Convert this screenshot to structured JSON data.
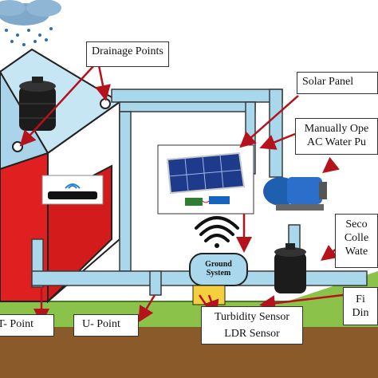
{
  "labels": {
    "drainage_points": "Drainage Points",
    "solar_panel": "Solar Panel",
    "pump_line1": "Manually Ope",
    "pump_line2": "AC Water Pu",
    "second_line1": "Seco",
    "second_line2": "Colle",
    "second_line3": "Wate",
    "filter_line1": "Fi",
    "filter_line2": "Din",
    "t_point": "T- Point",
    "u_point": "U- Point",
    "turbidity": "Turbidity Sensor",
    "ldr": "LDR Sensor",
    "ground_line1": "Ground",
    "ground_line2": "System"
  },
  "icons": [
    "rain-cloud-icon",
    "water-tank-icon",
    "wifi-router-icon",
    "wifi-signal-icon",
    "solar-panel-icon",
    "water-pump-icon"
  ],
  "colors": {
    "pipe": "#a9d8ec",
    "pipe_stroke": "#3a3a3a",
    "building_red": "#e02020",
    "roof_blue": "#c6e6f4",
    "grass": "#8bc34a",
    "soil": "#8a5a2b",
    "arrow": "#b5121b"
  }
}
